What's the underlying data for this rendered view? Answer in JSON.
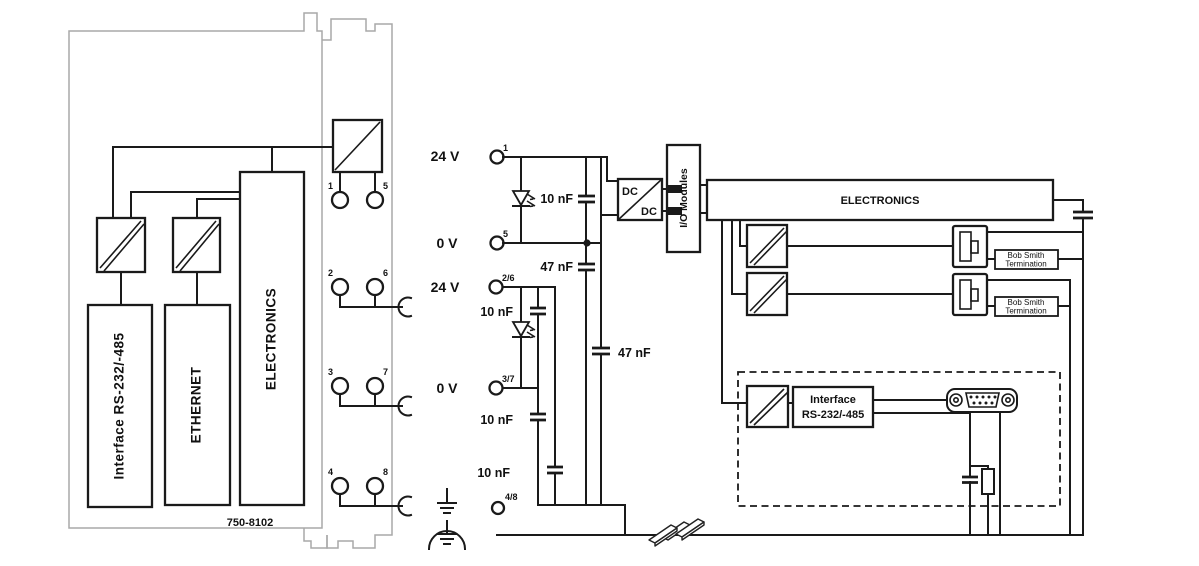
{
  "controller": {
    "model": "750-8102",
    "block_interface": "Interface RS-232/-485",
    "block_ethernet": "ETHERNET",
    "block_electronics": "ELECTRONICS",
    "pin_1": "1",
    "pin_2": "2",
    "pin_3": "3",
    "pin_4": "4",
    "pin_5": "5",
    "pin_6": "6",
    "pin_7": "7",
    "pin_8": "8"
  },
  "power": {
    "label_24v_system": "24 V",
    "label_0v_system": "0 V",
    "label_24v_field": "24 V",
    "label_0v_field": "0 V",
    "terminal_1": "1",
    "terminal_5": "5",
    "terminal_2_6": "2/6",
    "terminal_3_7": "3/7",
    "terminal_4_8": "4/8",
    "cap_10nf": "10 nF",
    "cap_47nf": "47 nF"
  },
  "internal": {
    "dc_top": "DC",
    "dc_bottom": "DC",
    "io_modules": "I/O Modules",
    "electronics": "ELECTRONICS",
    "bob_smith_line1": "Bob Smith",
    "bob_smith_line2": "Termination",
    "interface_line1": "Interface",
    "interface_line2": "RS-232/-485"
  },
  "colors": {
    "line": "#1a1a1a",
    "housing": "#a9a9a9",
    "background": "#ffffff"
  }
}
